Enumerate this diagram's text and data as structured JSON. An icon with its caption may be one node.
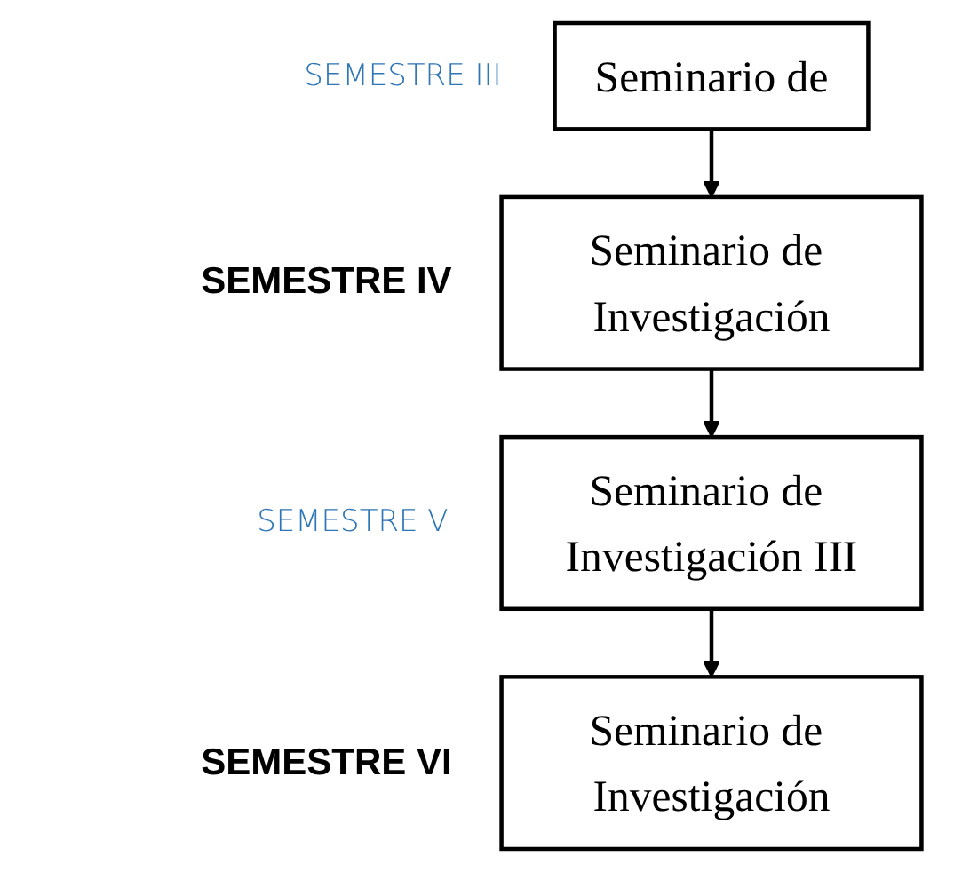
{
  "diagram": {
    "nodes": [
      {
        "text": [
          "Seminario de"
        ],
        "beside": [
          "SEMESTRE III"
        ]
      },
      {
        "text": [
          "Seminario de Investigación"
        ],
        "beside": [
          "SEMESTRE IV"
        ]
      },
      {
        "text": [
          "Seminario de Investigación III"
        ],
        "beside": [
          "SEMESTRE V"
        ]
      },
      {
        "text": [
          "Seminario de Investigación"
        ],
        "beside": [
          "SEMESTRE VI"
        ]
      }
    ],
    "edges": [
      {
        "from": 0,
        "to": 1,
        "arrow": "to"
      },
      {
        "from": 1,
        "to": 2,
        "arrow": "to"
      },
      {
        "from": 2,
        "to": 3,
        "arrow": "to"
      }
    ]
  }
}
